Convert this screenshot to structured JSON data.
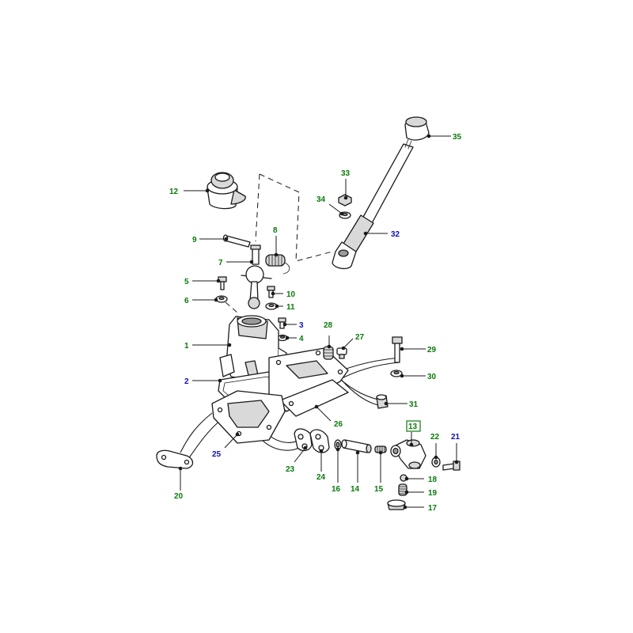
{
  "colors": {
    "green": "#0a7a0a",
    "blue": "#1010b0",
    "line": "#1a1a1a"
  },
  "callouts": [
    {
      "id": "c1",
      "text": "1",
      "color": "green"
    },
    {
      "id": "c2",
      "text": "2",
      "color": "blue"
    },
    {
      "id": "c3",
      "text": "3",
      "color": "blue"
    },
    {
      "id": "c4",
      "text": "4",
      "color": "green"
    },
    {
      "id": "c5",
      "text": "5",
      "color": "green"
    },
    {
      "id": "c6",
      "text": "6",
      "color": "green"
    },
    {
      "id": "c7",
      "text": "7",
      "color": "green"
    },
    {
      "id": "c8",
      "text": "8",
      "color": "green"
    },
    {
      "id": "c9",
      "text": "9",
      "color": "green"
    },
    {
      "id": "c10",
      "text": "10",
      "color": "green"
    },
    {
      "id": "c11",
      "text": "11",
      "color": "green"
    },
    {
      "id": "c12",
      "text": "12",
      "color": "green"
    },
    {
      "id": "c13",
      "text": "13",
      "color": "green",
      "boxed": true
    },
    {
      "id": "c14",
      "text": "14",
      "color": "green"
    },
    {
      "id": "c15",
      "text": "15",
      "color": "green"
    },
    {
      "id": "c16",
      "text": "16",
      "color": "green"
    },
    {
      "id": "c17",
      "text": "17",
      "color": "green"
    },
    {
      "id": "c18",
      "text": "18",
      "color": "green"
    },
    {
      "id": "c19",
      "text": "19",
      "color": "green"
    },
    {
      "id": "c20",
      "text": "20",
      "color": "green"
    },
    {
      "id": "c21",
      "text": "21",
      "color": "blue"
    },
    {
      "id": "c22",
      "text": "22",
      "color": "green"
    },
    {
      "id": "c23",
      "text": "23",
      "color": "green"
    },
    {
      "id": "c24",
      "text": "24",
      "color": "green"
    },
    {
      "id": "c25",
      "text": "25",
      "color": "blue"
    },
    {
      "id": "c26",
      "text": "26",
      "color": "green"
    },
    {
      "id": "c27",
      "text": "27",
      "color": "green"
    },
    {
      "id": "c28",
      "text": "28",
      "color": "green"
    },
    {
      "id": "c29",
      "text": "29",
      "color": "green"
    },
    {
      "id": "c30",
      "text": "30",
      "color": "green"
    },
    {
      "id": "c31",
      "text": "31",
      "color": "green"
    },
    {
      "id": "c32",
      "text": "32",
      "color": "blue"
    },
    {
      "id": "c33",
      "text": "33",
      "color": "green"
    },
    {
      "id": "c34",
      "text": "34",
      "color": "green"
    },
    {
      "id": "c35",
      "text": "35",
      "color": "green"
    }
  ]
}
